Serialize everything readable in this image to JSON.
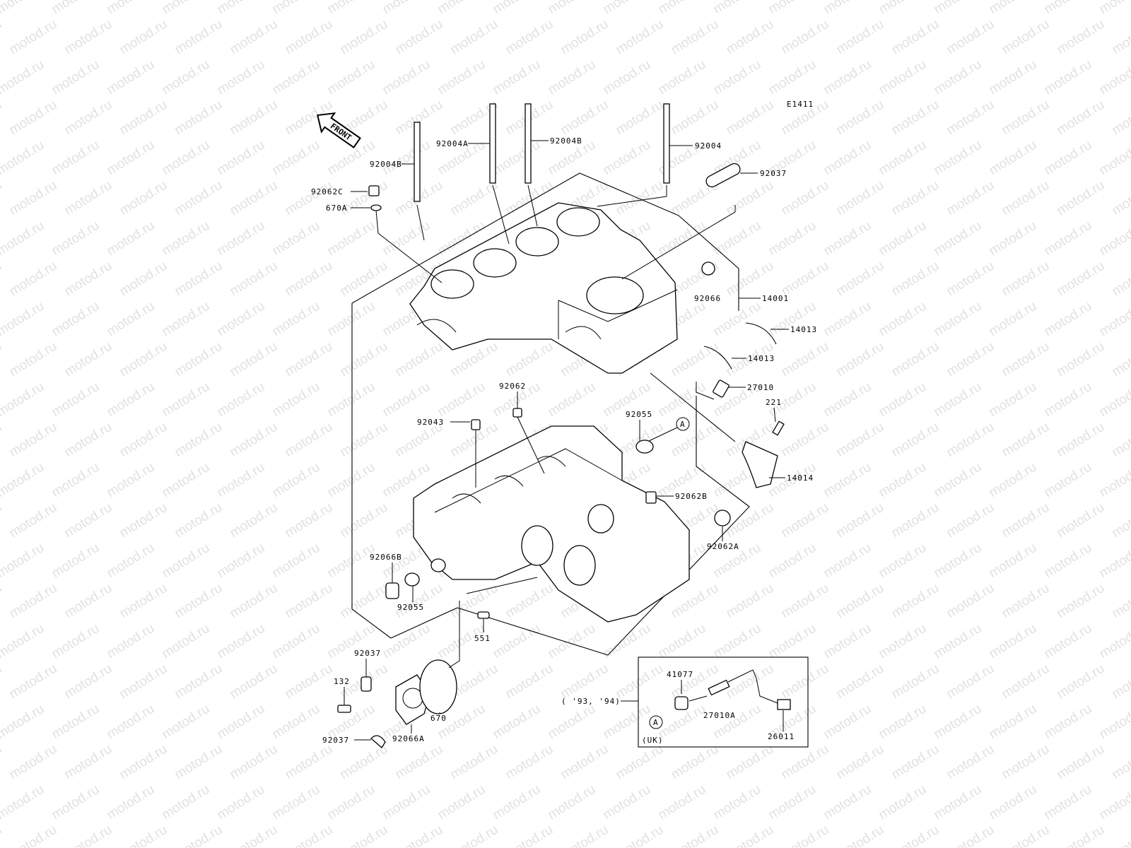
{
  "watermark": "motod.ru",
  "diagram_code": "E1411",
  "front_label": "FRONT",
  "inset": {
    "years": "( '93, '94)",
    "region": "(UK)",
    "ref": "A"
  },
  "ref_marker": "A",
  "parts": {
    "stud_left": "92004B",
    "stud_a": "92004A",
    "stud_b": "92004B",
    "stud_right": "92004",
    "plate_top": "92037",
    "dowel_c": "92062C",
    "oring_a": "670A",
    "crankcase": "14001",
    "ball": "92066",
    "shell_upper": "14013",
    "shell_lower": "14013",
    "switch": "27010",
    "bolt_221": "221",
    "holder": "14014",
    "dowel_92062": "92062",
    "pin_92043": "92043",
    "oring_92055_top": "92055",
    "dowel_b": "92062B",
    "plug_a": "92062A",
    "plug_b": "92066B",
    "oring_92055_bot": "92055",
    "pin_551": "551",
    "plate_mid": "92037",
    "bolt_132": "132",
    "plate_bot": "92037",
    "cover": "92066A",
    "oring_670": "670",
    "inset_41077": "41077",
    "inset_27010A": "27010A",
    "inset_26011": "26011"
  }
}
